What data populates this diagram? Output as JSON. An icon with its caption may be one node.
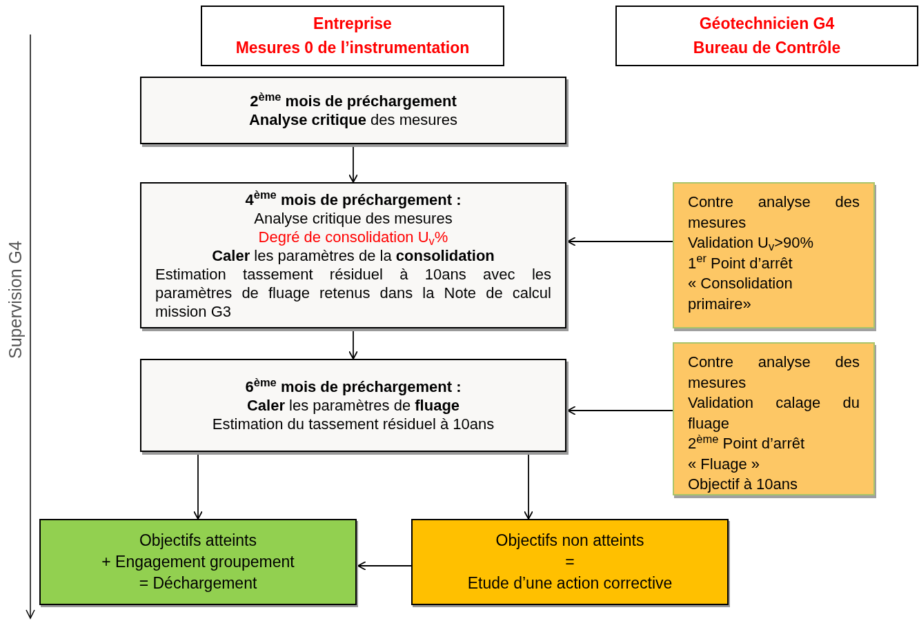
{
  "diagram": {
    "nodes": [
      {
        "text": [
          "Entreprise",
          "Mesures 0 de l’instrumentation"
        ]
      },
      {
        "text": [
          "Géotechnicien G4",
          "Bureau de Contrôle"
        ]
      },
      {
        "text": [
          "2$^{ème}$ mois de préchargement",
          "**Analyse critique** des mesures"
        ]
      },
      {
        "text": [
          "4$^{ème}$ mois de préchargement :",
          "Analyse critique des mesures",
          "Degré de consolidation U$_{v}$%",
          "**Caler** les paramètres de la **consolidation**",
          "Estimation tassement résiduel à 10ans avec les paramètres de fluage retenus dans la Note de calcul mission G3"
        ]
      },
      {
        "text": [
          "Contre analyse des mesures",
          "Validation U$_{v}$>90%",
          "1$^{er}$ Point d’arrêt",
          "« Consolidation primaire»"
        ]
      },
      {
        "text": [
          "6$^{ème}$ mois de préchargement :",
          "**Caler** les paramètres de **fluage**",
          "Estimation du tassement résiduel à 10ans"
        ]
      },
      {
        "text": [
          "Contre analyse des mesures",
          "Validation calage du fluage",
          "2$^{ème}$ Point d’arrêt",
          "« Fluage »",
          "Objectif à 10ans"
        ]
      },
      {
        "text": [
          "Objectifs atteints",
          "+ Engagement groupement",
          "= Déchargement"
        ]
      },
      {
        "text": [
          "Objectifs non atteints",
          "=",
          "Etude d’une action corrective"
        ]
      }
    ],
    "edges": [
      {
        "from": 2,
        "to": 3,
        "arrow": "to"
      },
      {
        "from": 4,
        "to": 3,
        "arrow": "to"
      },
      {
        "from": 3,
        "to": 5,
        "arrow": "to"
      },
      {
        "from": 6,
        "to": 5,
        "arrow": "to"
      },
      {
        "from": 5,
        "to": 7,
        "arrow": "to"
      },
      {
        "from": 5,
        "to": 8,
        "arrow": "to"
      },
      {
        "from": 8,
        "to": 7,
        "arrow": "to"
      }
    ],
    "labels": [
      "Supervision G4"
    ]
  }
}
